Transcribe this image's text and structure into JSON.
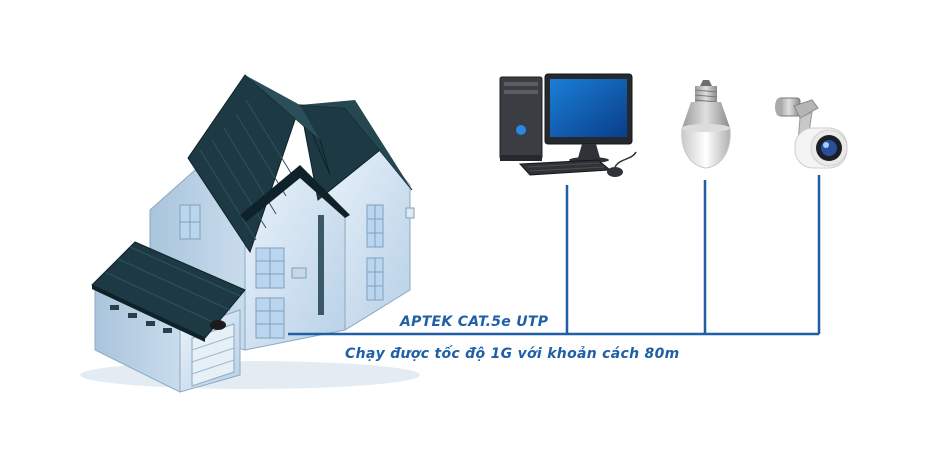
{
  "diagram": {
    "cable_label": "APTEK CAT.5e UTP",
    "speed_label": "Chạy được tốc độ 1G với khoản cách 80m",
    "colors": {
      "cable": "#1f5fa6",
      "roof": "#1d3a44",
      "wall": "#cfe0ee",
      "wall_shadow": "#9fbdd6",
      "window": "#b9d6ee"
    },
    "devices": [
      {
        "name": "desktop-computer",
        "icon": "computer-icon"
      },
      {
        "name": "smart-bulb",
        "icon": "light-bulb-icon"
      },
      {
        "name": "security-camera",
        "icon": "camera-icon"
      }
    ]
  }
}
